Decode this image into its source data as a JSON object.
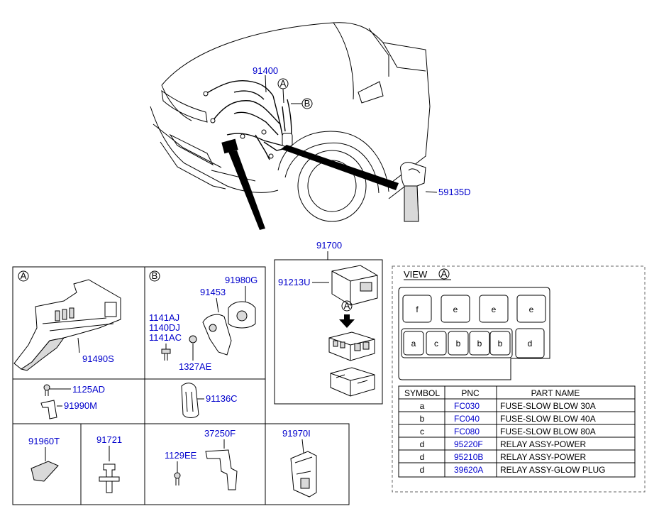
{
  "top": {
    "harness_pnc": "91400",
    "bracket_pnc": "59135D",
    "callout_a": "A",
    "callout_b": "B"
  },
  "fuse_box": {
    "pnc": "91700",
    "cover_pnc": "91213U",
    "callout_a": "A"
  },
  "panel_a": {
    "callout": "A",
    "part_pnc": "91490S"
  },
  "panel_b": {
    "callout": "B",
    "parts": [
      "91980G",
      "91453",
      "1141AJ",
      "1140DJ",
      "1141AC",
      "1327AE"
    ]
  },
  "row2": {
    "bolt": "1125AD",
    "bracket": "91990M",
    "clip": "91136C"
  },
  "row3": {
    "protector": "91960T",
    "clip": "91721",
    "bracket": "37250F",
    "bolt": "1129EE",
    "holder": "91970I"
  },
  "view": {
    "title": "VIEW",
    "callout": "A",
    "top_slots": [
      "f",
      "e",
      "e",
      "e"
    ],
    "bottom_slots": [
      "a",
      "c",
      "b",
      "b",
      "b"
    ],
    "relay_slot": "d"
  },
  "table": {
    "headers": [
      "SYMBOL",
      "PNC",
      "PART NAME"
    ],
    "rows": [
      {
        "symbol": "a",
        "pnc": "FC030",
        "name": "FUSE-SLOW BLOW 30A"
      },
      {
        "symbol": "b",
        "pnc": "FC040",
        "name": "FUSE-SLOW BLOW 40A"
      },
      {
        "symbol": "c",
        "pnc": "FC080",
        "name": "FUSE-SLOW BLOW 80A"
      },
      {
        "symbol": "d",
        "pnc": "95220F",
        "name": "RELAY ASSY-POWER"
      },
      {
        "symbol": "d",
        "pnc": "95210B",
        "name": "RELAY ASSY-POWER"
      },
      {
        "symbol": "d",
        "pnc": "39620A",
        "name": "RELAY ASSY-GLOW PLUG"
      }
    ]
  }
}
